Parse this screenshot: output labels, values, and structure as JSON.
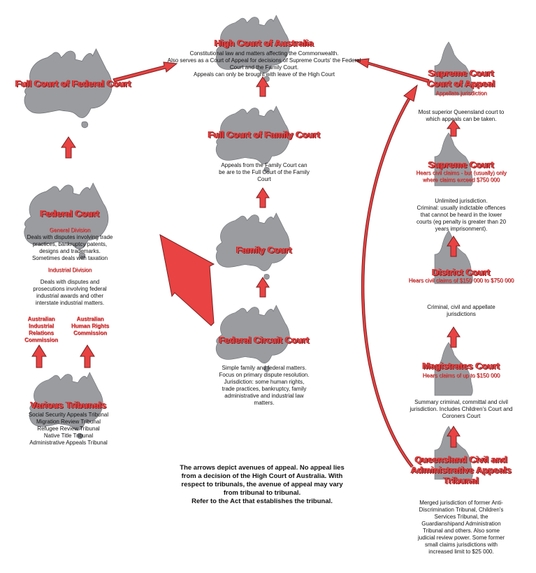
{
  "colors": {
    "arrow": "#e94343",
    "arrow_dark": "#7a1f1f",
    "map": "#9a9ca0",
    "map_edge": "#6e7074"
  },
  "icons": {
    "federal_map": "australia-map-icon",
    "state_map": "queensland-map-icon",
    "arrow": "appeal-arrow-icon"
  },
  "nodes": {
    "high_court": {
      "title": "High Court of Australia",
      "lines": [
        "Constitutional law and matters affecting the Commonwealth.",
        "Also serves as a Court of Appeal for decisions of Supreme Courts' the Federal",
        "Court and the Family Court.",
        "Appeals can only be brought with leave of the High Court"
      ]
    },
    "full_federal": {
      "title": "Full Court of Federal Court"
    },
    "full_family": {
      "title": "Full Court of Family Court",
      "lines": [
        "Appeals from the Family Court can",
        "be are to the Full Court of the Family",
        "Court"
      ]
    },
    "family": {
      "title": "Family Court"
    },
    "federal_circuit": {
      "title": "Federal Circuit Court",
      "lines": [
        "Simple family and federal matters.",
        "Focus on primary dispute resolution.",
        "Jurisdiction: some human rights,",
        "trade practices, bankruptcy, family",
        "administrative and industrial law",
        "matters."
      ]
    },
    "federal_court": {
      "title": "Federal Court",
      "general_label": "General Division",
      "general_lines": [
        "Deals with disputes involving trade",
        "practices, bankruptcy patents,",
        "designs and trademarks.",
        "Sometimes deals with taxation"
      ],
      "industrial_label": "Industrial Division",
      "industrial_lines": [
        "Deals with disputes and",
        "prosecutions involving federal",
        "industrial awards and other",
        "interstate industrial matters."
      ]
    },
    "airc": {
      "lines": [
        "Australian",
        "Industrial",
        "Relations",
        "Commission"
      ]
    },
    "hrc": {
      "lines": [
        "Australian",
        "Human Rights",
        "Commission"
      ]
    },
    "tribunals": {
      "title": "Various Tribunals",
      "lines": [
        "Social Security Appeals Tribunal",
        "Migration Review Tribunal",
        "Refugee Review Tribunal",
        "Native Title Tribunal",
        "Administrative Appeals Tribunal"
      ]
    },
    "qld_coa": {
      "title_lines": [
        "Supreme Court",
        "Court of Appeal"
      ],
      "sub": "Appellate jurisdiction",
      "lines": [
        "Most superior Queensland court to",
        "which appeals can be taken."
      ]
    },
    "qld_supreme": {
      "title": "Supreme Court",
      "sub_lines": [
        "Hears civil claims - but (usually) only",
        "where claims exceed $750 000"
      ],
      "lines": [
        "Unlimited jurisdiction.",
        "Criminal: usually indictable offences",
        "that cannot be heard in the lower",
        "courts (eg penalty is greater than 20",
        "years imprisonment)."
      ]
    },
    "qld_district": {
      "title": "District Court",
      "sub": "Hears civil claims of $150 000 to $750 000",
      "lines": [
        "Criminal, civil and appellate",
        "jurisdictions"
      ]
    },
    "qld_magistrates": {
      "title": "Magistrates Court",
      "sub": "Hears claims of up to $150 000",
      "lines": [
        "Summary criminal, committal and civil",
        "jurisdiction. Includes Children's Court and",
        "Coroners Court"
      ]
    },
    "qcat": {
      "title_lines": [
        "Queensland Civil and",
        "Administrative Appeals",
        "Tribunal"
      ],
      "lines": [
        "Merged jurisdiction of former Anti-",
        "Discrimination Tribunal, Children's",
        "Services Tribunal, the",
        "Guardianshipand Administration",
        "Tribunal and others. Also some",
        "judicial review power. Some former",
        "small claims jurisdictions with",
        "increased limit to $25 000."
      ]
    }
  },
  "note": {
    "lines": [
      "The arrows depict avenues of appeal. No appeal lies",
      "from a decision of the High Court of Australia. With",
      "respect to tribunals, the avenue of appeal may vary",
      "from tribunal to tribunal.",
      "Refer to the Act that establishes the tribunal."
    ]
  }
}
